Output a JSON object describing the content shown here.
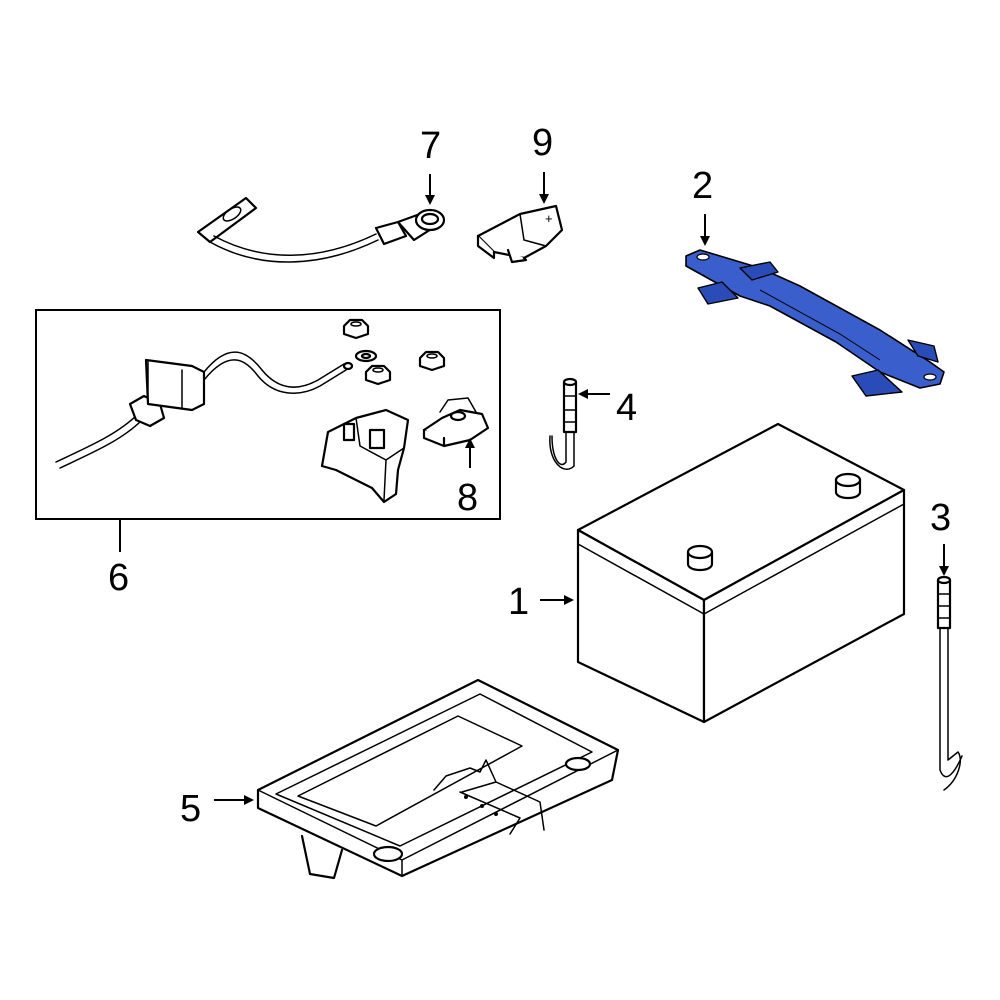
{
  "colors": {
    "highlight": "#3a5fcd",
    "line": "#000000",
    "background": "#ffffff"
  },
  "callouts": {
    "c1": "1",
    "c2": "2",
    "c3": "3",
    "c4": "4",
    "c5": "5",
    "c6": "6",
    "c7": "7",
    "c8": "8",
    "c9": "9"
  },
  "terminal_mark": "+"
}
